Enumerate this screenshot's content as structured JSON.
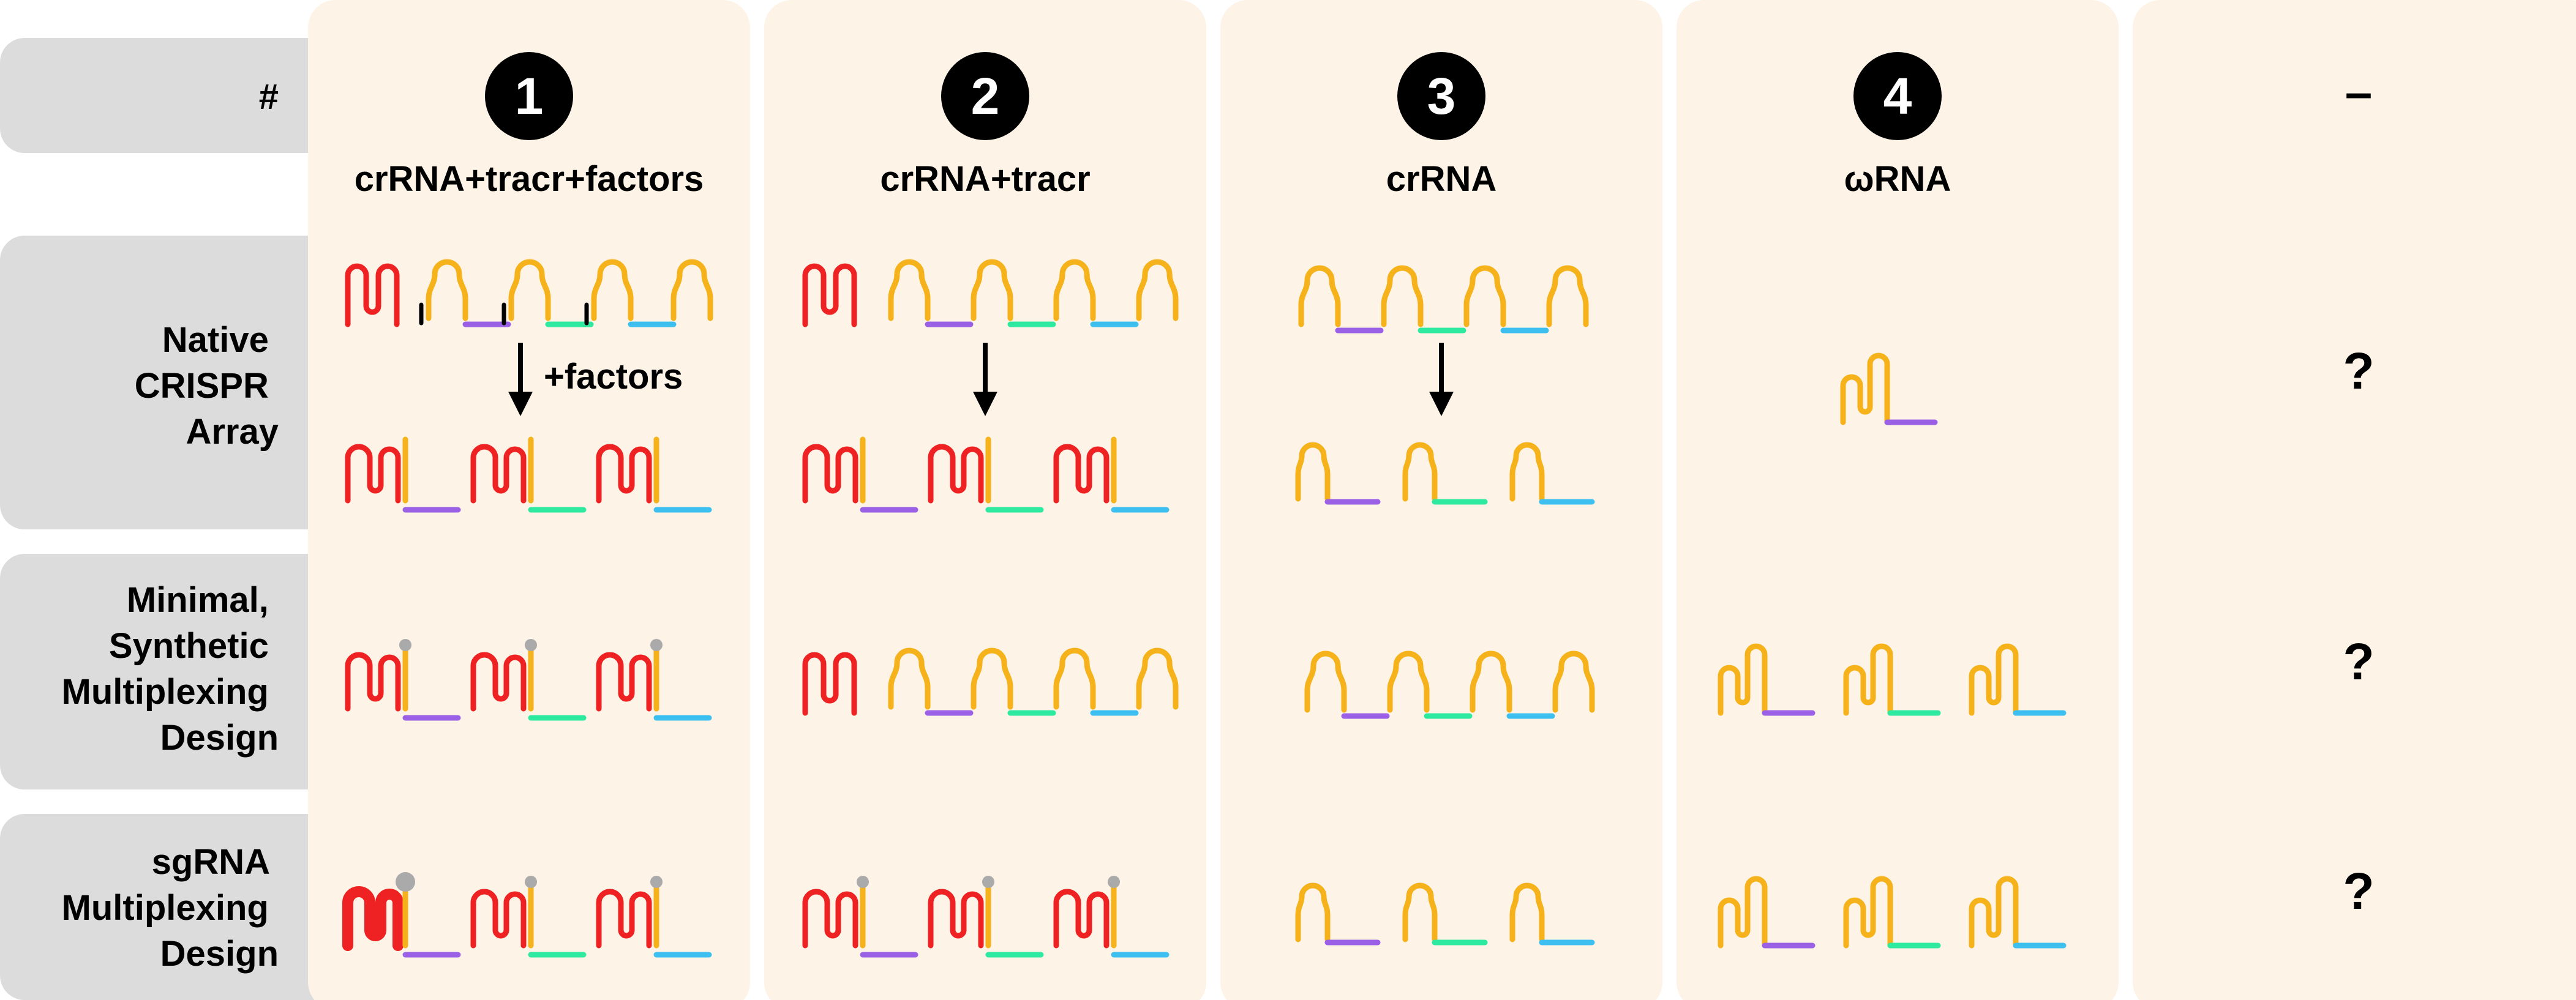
{
  "row_labels": [
    {
      "id": "number",
      "lines": [
        "#"
      ]
    },
    {
      "id": "native",
      "lines": [
        "Native",
        "CRISPR",
        "Array"
      ]
    },
    {
      "id": "minimal",
      "lines": [
        "Minimal,",
        "Synthetic",
        "Multiplexing",
        "Design"
      ]
    },
    {
      "id": "sgrna",
      "lines": [
        "sgRNA",
        "Multiplexing",
        "Design"
      ]
    }
  ],
  "columns": [
    {
      "number": "1",
      "title": "crRNA+tracr+factors",
      "process_label": "+factors"
    },
    {
      "number": "2",
      "title": "crRNA+tracr"
    },
    {
      "number": "3",
      "title": "crRNA"
    },
    {
      "number": "4",
      "title": "ωRNA"
    },
    {
      "symbol": "–",
      "cells": [
        "?",
        "?",
        "?"
      ]
    }
  ],
  "colors": {
    "column_panel": "#FDF3E6",
    "row_label_panel": "#DCDCDC",
    "tracr_red": "#EE2222",
    "crRNA_orange": "#F5B21A",
    "spacer_purple": "#9A60E6",
    "spacer_green": "#2EEAA0",
    "spacer_blue": "#3DC0F0",
    "cap_gray": "#AAAAAA",
    "badge_black": "#000000"
  }
}
